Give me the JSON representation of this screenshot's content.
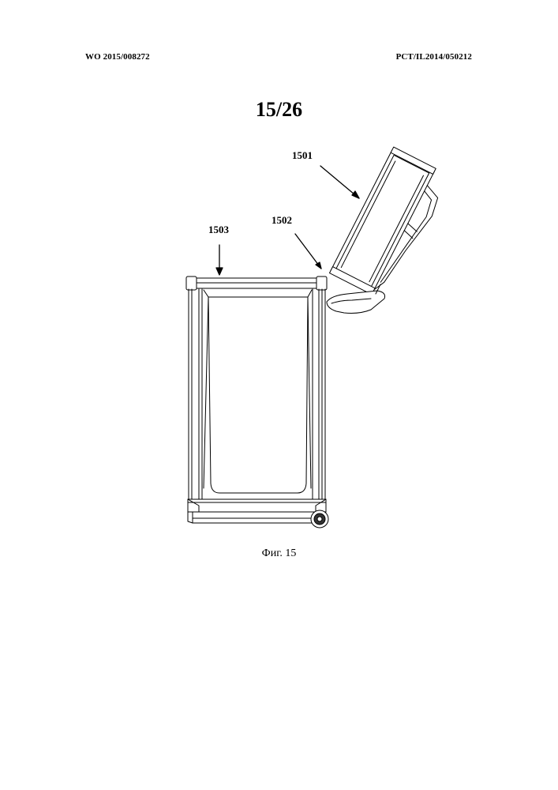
{
  "header": {
    "publication_number": "WO 2015/008272",
    "application_number": "PCT/IL2014/050212"
  },
  "sheet": {
    "number": "15/26"
  },
  "figure": {
    "labels": {
      "lid": "1501",
      "hinge": "1502",
      "rim": "1503"
    },
    "caption": "Фиг. 15"
  }
}
